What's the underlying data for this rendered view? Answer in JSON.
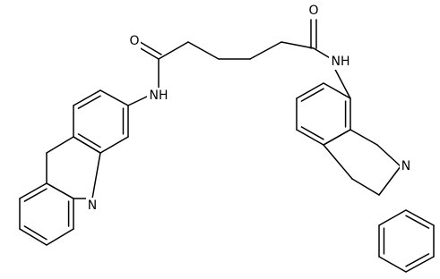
{
  "molecule": {
    "atom_labels": {
      "oxygen_left": "O",
      "oxygen_right": "O",
      "amide_nitrogen_left": "NH",
      "amide_nitrogen_right": "NH",
      "ring_nitrogen_left": "N",
      "ring_nitrogen_right": "N"
    },
    "colors": {
      "bond": "#000000",
      "background": "#ffffff"
    }
  }
}
